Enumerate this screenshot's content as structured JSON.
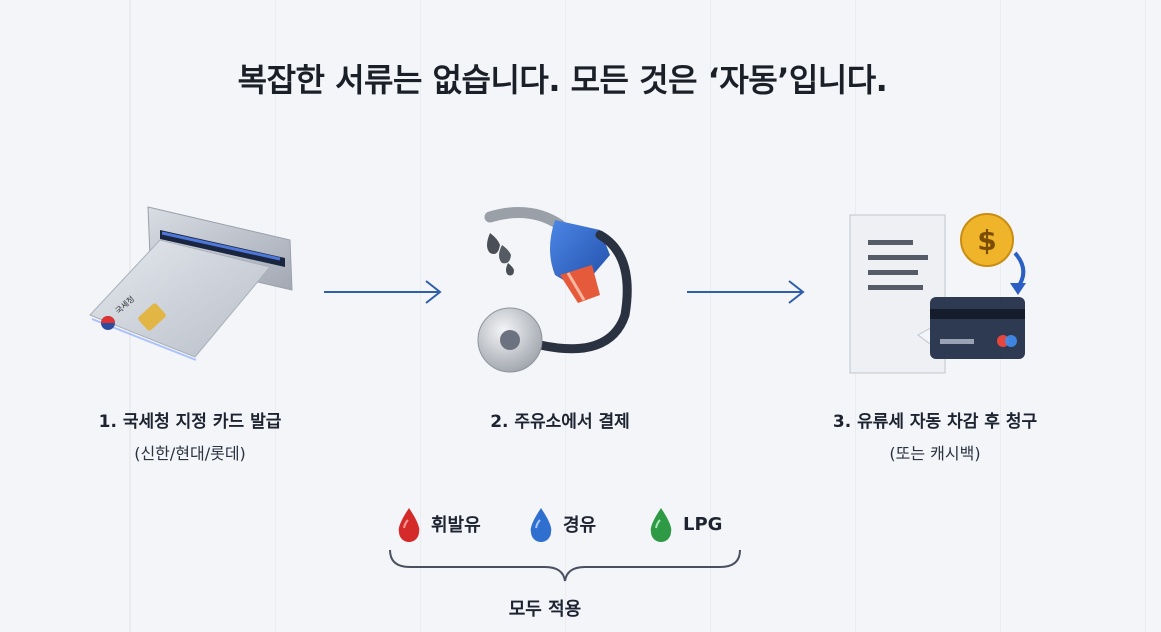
{
  "title": "복잡한 서류는 없습니다. 모든 것은 ‘자동’입니다.",
  "steps": [
    {
      "label": "1. 국세청 지정 카드 발급",
      "sub": "(신한/현대/롯데)",
      "icon": "card-reader-icon"
    },
    {
      "label": "2. 주유소에서 결제",
      "sub": "",
      "icon": "fuel-nozzle-icon"
    },
    {
      "label": "3. 유류세 자동 차감 후 청구",
      "sub": "(또는 캐시백)",
      "icon": "receipt-cashback-icon"
    }
  ],
  "card_text": "국세청",
  "fuels": [
    {
      "name": "휘발유",
      "color": "#d42a2a"
    },
    {
      "name": "경유",
      "color": "#2f6fd0"
    },
    {
      "name": "LPG",
      "color": "#2f9a45"
    }
  ],
  "applies_to_all": "모두 적용",
  "colors": {
    "arrow": "#2f5fa8",
    "accent_blue": "#2c5fc4",
    "coin": "#f0b42a"
  }
}
